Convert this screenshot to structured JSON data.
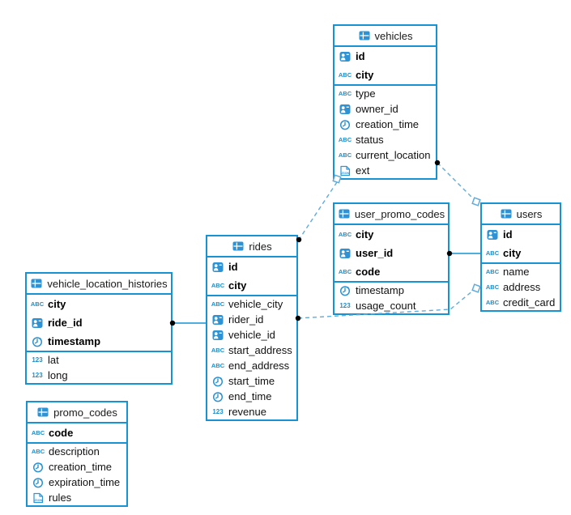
{
  "diagram": {
    "tables": [
      {
        "name": "vehicles",
        "key_columns": [
          {
            "name": "id",
            "type": "id"
          },
          {
            "name": "city",
            "type": "string"
          }
        ],
        "columns": [
          {
            "name": "type",
            "type": "string"
          },
          {
            "name": "owner_id",
            "type": "id"
          },
          {
            "name": "creation_time",
            "type": "timestamp"
          },
          {
            "name": "status",
            "type": "string"
          },
          {
            "name": "current_location",
            "type": "string"
          },
          {
            "name": "ext",
            "type": "json"
          }
        ]
      },
      {
        "name": "user_promo_codes",
        "key_columns": [
          {
            "name": "city",
            "type": "string"
          },
          {
            "name": "user_id",
            "type": "id"
          },
          {
            "name": "code",
            "type": "string"
          }
        ],
        "columns": [
          {
            "name": "timestamp",
            "type": "timestamp"
          },
          {
            "name": "usage_count",
            "type": "number"
          }
        ]
      },
      {
        "name": "users",
        "key_columns": [
          {
            "name": "id",
            "type": "id"
          },
          {
            "name": "city",
            "type": "string"
          }
        ],
        "columns": [
          {
            "name": "name",
            "type": "string"
          },
          {
            "name": "address",
            "type": "string"
          },
          {
            "name": "credit_card",
            "type": "string"
          }
        ]
      },
      {
        "name": "rides",
        "key_columns": [
          {
            "name": "id",
            "type": "id"
          },
          {
            "name": "city",
            "type": "string"
          }
        ],
        "columns": [
          {
            "name": "vehicle_city",
            "type": "string"
          },
          {
            "name": "rider_id",
            "type": "id"
          },
          {
            "name": "vehicle_id",
            "type": "id"
          },
          {
            "name": "start_address",
            "type": "string"
          },
          {
            "name": "end_address",
            "type": "string"
          },
          {
            "name": "start_time",
            "type": "timestamp"
          },
          {
            "name": "end_time",
            "type": "timestamp"
          },
          {
            "name": "revenue",
            "type": "number"
          }
        ]
      },
      {
        "name": "vehicle_location_histories",
        "key_columns": [
          {
            "name": "city",
            "type": "string"
          },
          {
            "name": "ride_id",
            "type": "id"
          },
          {
            "name": "timestamp",
            "type": "timestamp"
          }
        ],
        "columns": [
          {
            "name": "lat",
            "type": "number"
          },
          {
            "name": "long",
            "type": "number"
          }
        ]
      },
      {
        "name": "promo_codes",
        "key_columns": [
          {
            "name": "code",
            "type": "string"
          }
        ],
        "columns": [
          {
            "name": "description",
            "type": "string"
          },
          {
            "name": "creation_time",
            "type": "timestamp"
          },
          {
            "name": "expiration_time",
            "type": "timestamp"
          },
          {
            "name": "rules",
            "type": "json"
          }
        ]
      }
    ],
    "relationships": [
      {
        "from": "rides",
        "to": "vehicles",
        "style": "dashed"
      },
      {
        "from": "vehicles",
        "to": "users",
        "style": "dashed"
      },
      {
        "from": "rides",
        "to": "users",
        "style": "dashed"
      },
      {
        "from": "user_promo_codes",
        "to": "users",
        "style": "solid"
      },
      {
        "from": "vehicle_location_histories",
        "to": "rides",
        "style": "solid"
      }
    ],
    "colors": {
      "table_border": "#1793d3",
      "icon_blue": "#2e93d4",
      "type_text": "#1d8ecf",
      "relationship_dashed": "#5facdc",
      "relationship_solid": "#1793d3",
      "marker_dot": "#000000"
    }
  }
}
